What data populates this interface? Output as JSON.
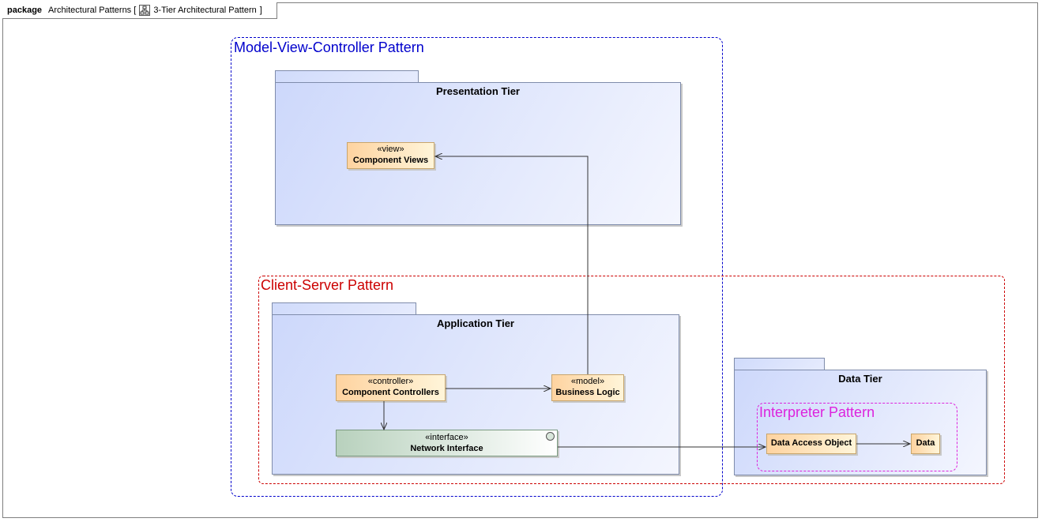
{
  "frame": {
    "keyword": "package",
    "owner": "Architectural Patterns [",
    "diagram_name": "3-Tier Architectural Pattern",
    "close_bracket": "]",
    "diagram_icon": "class-diagram-icon"
  },
  "patterns": {
    "mvc": {
      "label": "Model-View-Controller Pattern",
      "color": "#0000cc"
    },
    "client_server": {
      "label": "Client-Server Pattern",
      "color": "#cc0000"
    },
    "interpreter": {
      "label": "Interpreter Pattern",
      "color": "#dd22dd"
    }
  },
  "packages": {
    "presentation": {
      "title": "Presentation Tier"
    },
    "application": {
      "title": "Application Tier"
    },
    "data": {
      "title": "Data Tier"
    }
  },
  "classes": {
    "component_views": {
      "stereotype": "«view»",
      "name": "Component Views"
    },
    "component_controllers": {
      "stereotype": "«controller»",
      "name": "Component Controllers"
    },
    "business_logic": {
      "stereotype": "«model»",
      "name": "Business Logic"
    },
    "network_interface": {
      "stereotype": "«interface»",
      "name": "Network Interface",
      "icon": "interface-lollipop-icon"
    },
    "data_access_object": {
      "name": "Data Access Object"
    },
    "data": {
      "name": "Data"
    }
  },
  "colors": {
    "package_fill": "#cdd8fb",
    "class_fill": "#fed3a0",
    "interface_fill": "#b8d1bd",
    "connector": "#333333"
  }
}
